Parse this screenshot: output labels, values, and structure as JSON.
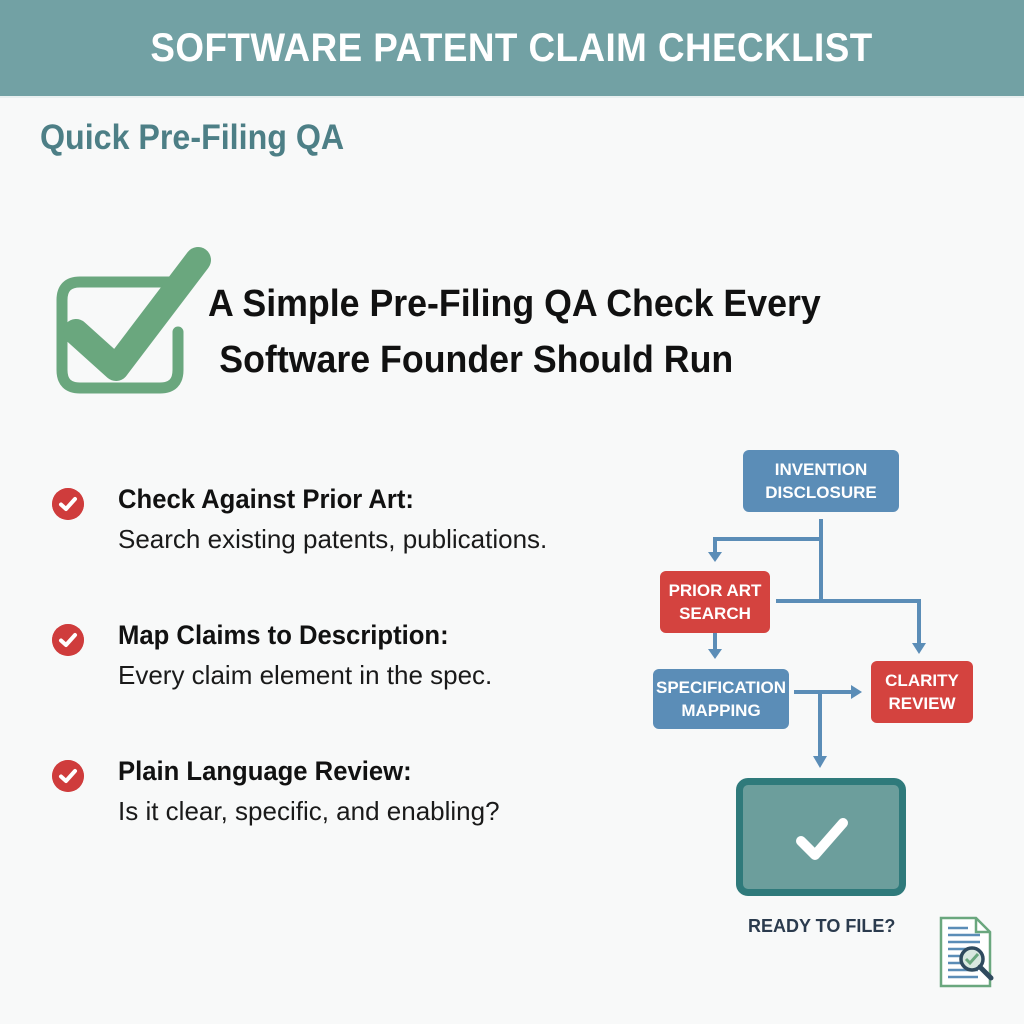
{
  "header": {
    "title": "SOFTWARE PATENT CLAIM CHECKLIST",
    "background": "#72a1a4"
  },
  "subtitle": "Quick Pre-Filing QA",
  "hero": {
    "icon": "checkbox-checked-icon",
    "headline_line1": "A Simple Pre-Filing QA Check Every",
    "headline_line2": "Software Founder Should Run"
  },
  "checklist": {
    "items": [
      {
        "icon": "red-check-circle-icon",
        "title": "Check Against Prior Art:",
        "description": "Search existing patents, publications."
      },
      {
        "icon": "red-check-circle-icon",
        "title": "Map Claims to Description:",
        "description": "Every claim element in the spec."
      },
      {
        "icon": "red-check-circle-icon",
        "title": "Plain Language Review:",
        "description": "Is it clear, specific, and enabling?"
      }
    ]
  },
  "flowchart": {
    "nodes": [
      {
        "id": "invention",
        "line1": "INVENTION",
        "line2": "DISCLOSURE",
        "color": "#5b8db7"
      },
      {
        "id": "prior_art",
        "line1": "PRIOR ART",
        "line2": "SEARCH",
        "color": "#d4433f"
      },
      {
        "id": "spec",
        "line1": "SPECIFICATION",
        "line2": "MAPPING",
        "color": "#5b8db7"
      },
      {
        "id": "clarity",
        "line1": "CLARITY",
        "line2": "REVIEW",
        "color": "#d4433f"
      },
      {
        "id": "ready",
        "label": "READY TO FILE?",
        "icon": "check-icon",
        "color": "#2f7a7b"
      }
    ],
    "edges": [
      [
        "invention",
        "prior_art"
      ],
      [
        "invention",
        "clarity"
      ],
      [
        "prior_art",
        "spec"
      ],
      [
        "spec",
        "clarity"
      ],
      [
        "spec",
        "ready"
      ]
    ]
  },
  "footer_icon": "document-magnifier-icon",
  "colors": {
    "accent_green": "#6aa77e",
    "check_red": "#cf3c3c",
    "connector": "#5b8db7"
  }
}
